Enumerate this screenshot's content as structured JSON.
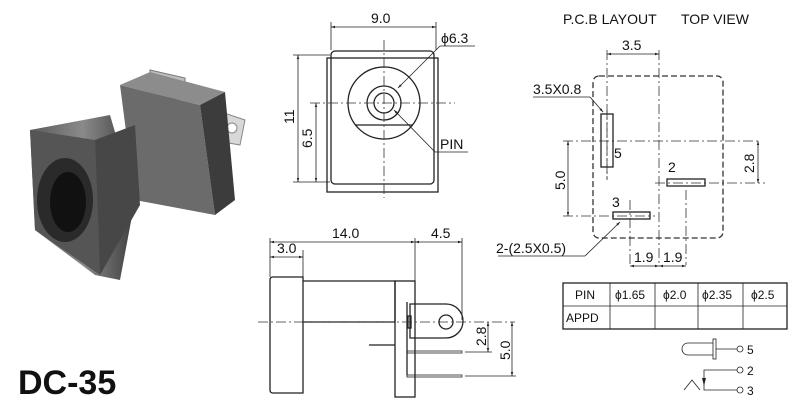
{
  "model": "DC-35",
  "front_view": {
    "width": "9.0",
    "height": "11",
    "center_height": "6.5",
    "diameter": "ϕ6.3",
    "pin_label": "PIN"
  },
  "side_view": {
    "length": "14.0",
    "tab": "4.5",
    "front": "3.0",
    "pin_offset_1": "2.8",
    "pin_offset_2": "5.0"
  },
  "pcb_layout": {
    "title": "P.C.B LAYOUT",
    "subtitle": "TOP VIEW",
    "dim_3_5": "3.5",
    "slot_5_size": "3.5X0.8",
    "slot_small_size": "2-(2.5X0.5)",
    "dim_5_0": "5.0",
    "dim_2_8": "2.8",
    "dim_1_9_left": "1.9",
    "dim_1_9_right": "1.9",
    "pins": [
      "5",
      "2",
      "3"
    ]
  },
  "pin_table": {
    "headers": [
      "PIN",
      "ϕ1.65",
      "ϕ2.0",
      "ϕ2.35",
      "ϕ2.5"
    ],
    "rows": [
      [
        "APPD",
        "",
        "",
        "",
        ""
      ]
    ]
  },
  "schematic": {
    "pins": [
      "5",
      "2",
      "3"
    ]
  }
}
